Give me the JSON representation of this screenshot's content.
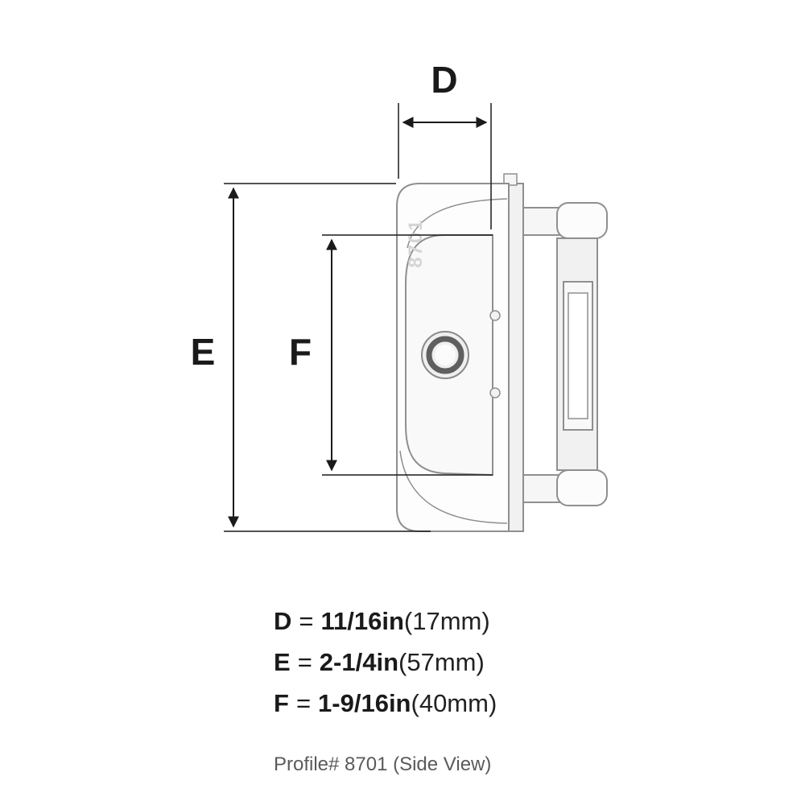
{
  "diagram": {
    "labels": {
      "d": "D",
      "e": "E",
      "f": "F"
    },
    "watermark": "8701"
  },
  "legend": {
    "rows": [
      {
        "letter": "D",
        "eq": "=",
        "inches": "11/16in",
        "mm": "(17mm)"
      },
      {
        "letter": "E",
        "eq": "=",
        "inches": "2-1/4in",
        "mm": "(57mm)"
      },
      {
        "letter": "F",
        "eq": "=",
        "inches": "1-9/16in",
        "mm": "(40mm)"
      }
    ],
    "profile": "Profile# 8701 (Side View)"
  },
  "colors": {
    "dimension_line": "#1a1a1a",
    "part_line": "#8f8f8f",
    "part_fill": "#fcfcfc",
    "part_fill_shaded": "#f1f1f1",
    "watermark": "#d5d5d5",
    "caption": "#5a5a5a",
    "background": "#ffffff"
  }
}
